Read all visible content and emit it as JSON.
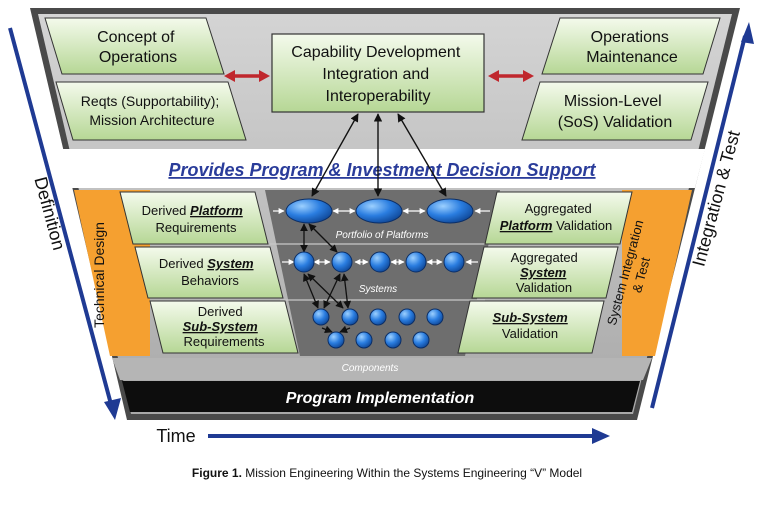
{
  "top_left": {
    "concept": [
      "Concept of",
      "Operations"
    ],
    "reqts": [
      "Reqts (Supportability);",
      "Mission Architecture"
    ]
  },
  "top_center": [
    "Capability Development",
    "Integration and",
    "Interoperability"
  ],
  "top_right": {
    "ops": [
      "Operations",
      "Maintenance"
    ],
    "mission": [
      "Mission-Level",
      "(SoS) Validation"
    ]
  },
  "banner": "Provides Program & Investment Decision Support",
  "left_band_label": "Technical Design",
  "right_band_label": [
    "System Integration",
    "& Test"
  ],
  "left_boxes": {
    "platform": {
      "prefix": "Derived ",
      "emph": "Platform",
      "line2": "Requirements"
    },
    "system": {
      "prefix": "Derived ",
      "emph": "System",
      "line2": "Behaviors"
    },
    "subsystem": {
      "line1": "Derived",
      "emph": "Sub-System",
      "line3": "Requirements"
    }
  },
  "right_boxes": {
    "platform": {
      "line1": "Aggregated",
      "emph": "Platform",
      "suffix": " Validation"
    },
    "system": {
      "line1": "Aggregated",
      "emph": "System",
      "line3": "Validation"
    },
    "subsystem": {
      "emph": "Sub-System",
      "line2": "Validation"
    }
  },
  "tier_labels": {
    "platforms": "Portfolio of Platforms",
    "systems": "Systems",
    "components": "Components"
  },
  "bottom_bar": "Program Implementation",
  "axis_left": "Definition",
  "axis_right": "Integration & Test",
  "axis_bottom": "Time",
  "caption": {
    "label": "Figure 1.",
    "text": "Mission Engineering Within the Systems Engineering “V” Model"
  },
  "colors": {
    "box_green_light": "#eef6e4",
    "box_green_dark": "#b9d99a",
    "orange": "#f5a030",
    "banner_blue": "#2a3c9a",
    "axis_blue": "#1f3a93",
    "arrow_red": "#c0272d",
    "bottom_bar": "#0d0d0d",
    "ellipse_blue": "#1e6fd0"
  }
}
